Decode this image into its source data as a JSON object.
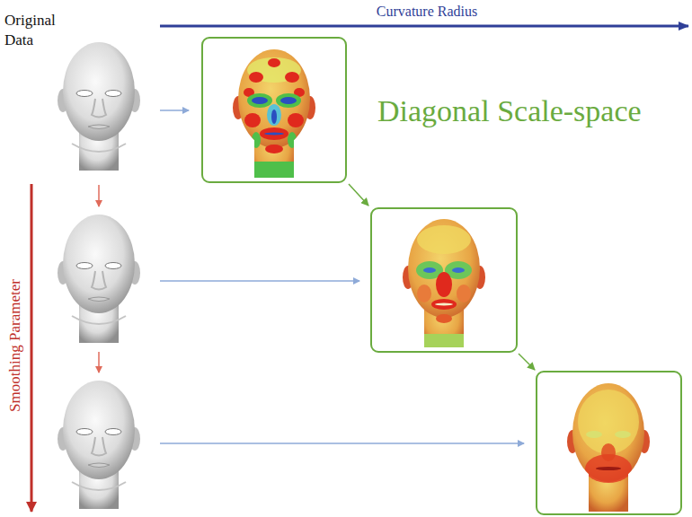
{
  "diagram": {
    "labels": [
      "Original Data",
      "Curvature Radius",
      "Smoothing Parameter",
      "Diagonal Scale-space"
    ]
  }
}
